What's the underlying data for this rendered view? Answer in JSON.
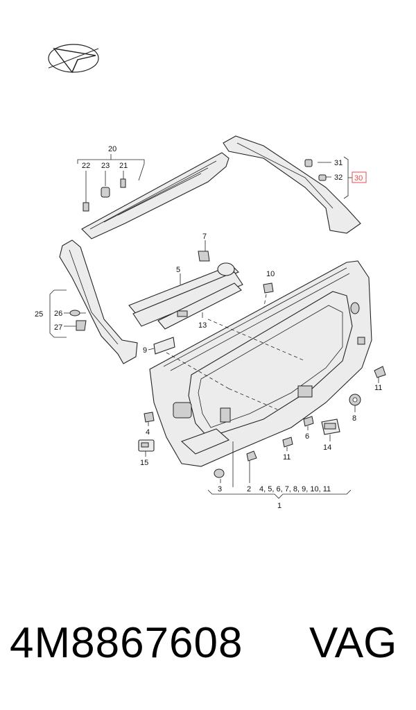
{
  "diagram": {
    "callouts": {
      "c1": "1",
      "c2": "2",
      "c2_group": "4, 5, 6, 7, 8, 9, 10, 11",
      "c3": "3",
      "c4": "4",
      "c5": "5",
      "c6": "6",
      "c7": "7",
      "c8": "8",
      "c9": "9",
      "c10": "10",
      "c11a": "11",
      "c11b": "11",
      "c13": "13",
      "c14": "14",
      "c15": "15",
      "c20": "20",
      "c21": "21",
      "c22": "22",
      "c23": "23",
      "c25": "25",
      "c26": "26",
      "c27": "27",
      "c30": "30",
      "c31": "31",
      "c32": "32"
    },
    "highlight_color": "#e8484a"
  },
  "footer": {
    "part_number": "4M8867608",
    "brand": "VAG"
  }
}
